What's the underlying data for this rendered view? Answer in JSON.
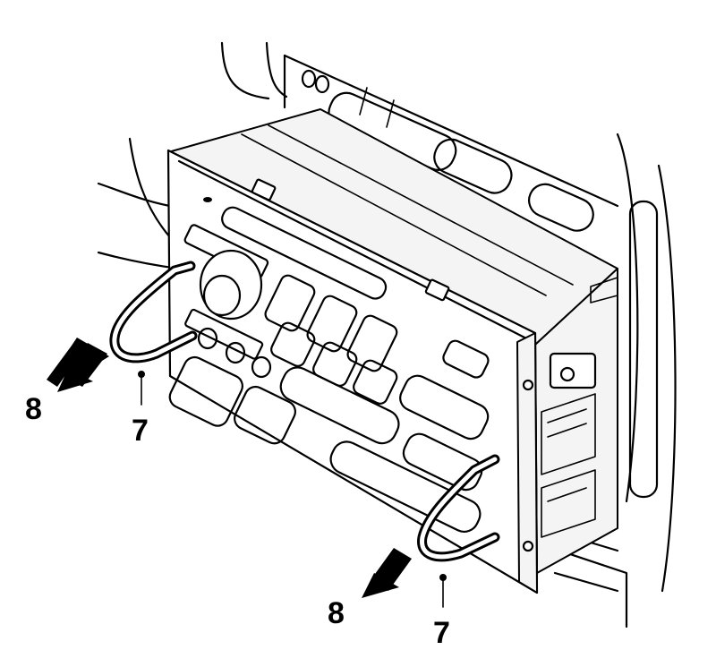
{
  "diagram": {
    "callouts": {
      "arrow_left_label": "8",
      "arrow_right_label": "8",
      "tool_left_label": "7",
      "tool_right_label": "7"
    },
    "colors": {
      "line": "#000000",
      "background": "#ffffff"
    }
  }
}
